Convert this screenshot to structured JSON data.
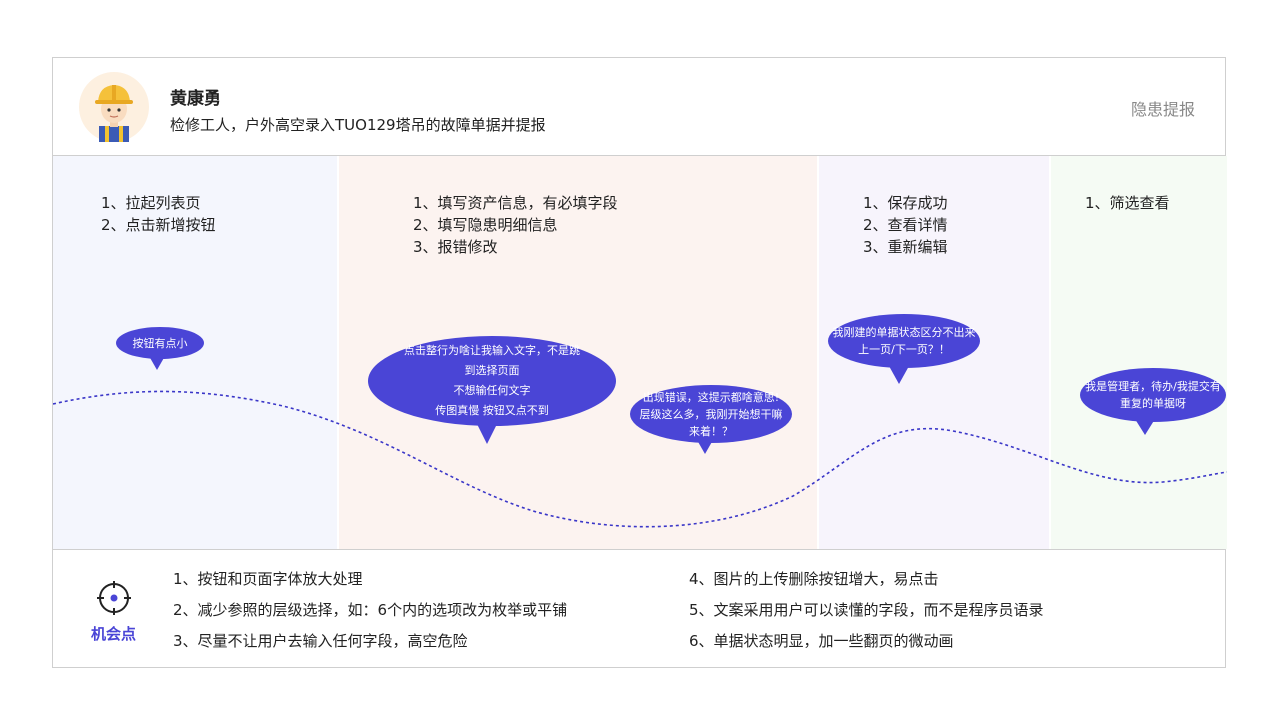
{
  "persona": {
    "name": "黄康勇",
    "description": "检修工人，户外高空录入TUO129塔吊的故障单据并提报",
    "scenario": "隐患提报"
  },
  "stages": [
    {
      "steps": [
        "1、拉起列表页",
        "2、点击新增按钮"
      ]
    },
    {
      "steps": [
        "1、填写资产信息，有必填字段",
        "2、填写隐患明细信息",
        "3、报错修改"
      ]
    },
    {
      "steps": [
        "1、保存成功",
        "2、查看详情",
        "3、重新编辑"
      ]
    },
    {
      "steps": [
        "1、筛选查看"
      ]
    }
  ],
  "pain_points": [
    {
      "lines": [
        "按钮有点小"
      ]
    },
    {
      "lines": [
        "点击整行为啥让我输入文字，不是跳",
        "到选择页面",
        "不想输任何文字",
        "传图真慢 按钮又点不到"
      ]
    },
    {
      "lines": [
        "出现错误，这提示都啥意思!",
        "层级这么多，我刚开始想干嘛",
        "来着！？"
      ]
    },
    {
      "lines": [
        "我刚建的单据状态区分不出来",
        "上一页/下一页？！"
      ]
    },
    {
      "lines": [
        "我是管理者，待办/我提交有",
        "重复的单据呀"
      ]
    }
  ],
  "opportunities": {
    "title": "机会点",
    "items_left": [
      "1、按钮和页面字体放大处理",
      "2、减少参照的层级选择，如：6个内的选项改为枚举或平铺",
      "3、尽量不让用户去输入任何字段，高空危险"
    ],
    "items_right": [
      "4、图片的上传删除按钮增大，易点击",
      "5、文案采用用户可以读懂的字段，而不是程序员语录",
      "6、单据状态明显，加一些翻页的微动画"
    ]
  },
  "colors": {
    "accent": "#4a45d6",
    "stage1_bg": "#f4f6fd",
    "stage2_bg": "#fcf3f0",
    "stage3_bg": "#f7f4fc",
    "stage4_bg": "#f5fbf4"
  }
}
